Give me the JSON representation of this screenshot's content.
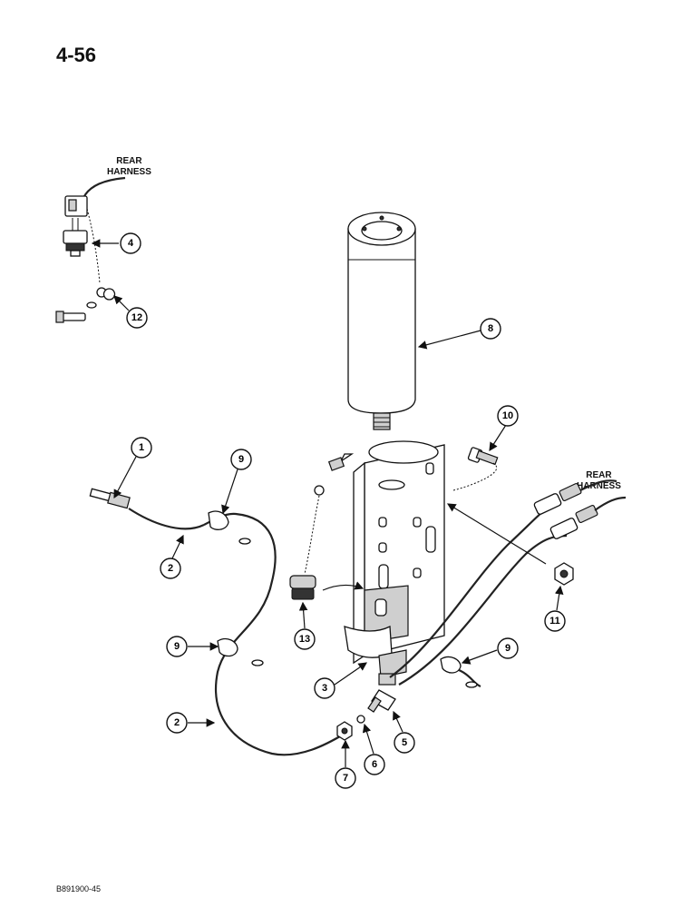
{
  "page": {
    "number": "4-56",
    "doc_code": "B891900-45"
  },
  "labels": {
    "rear_harness_top_line1": "REAR",
    "rear_harness_top_line2": "HARNESS",
    "rear_harness_right_line1": "REAR",
    "rear_harness_right_line2": "HARNESS"
  },
  "callouts": [
    {
      "id": "c1",
      "text": "1"
    },
    {
      "id": "c2a",
      "text": "2"
    },
    {
      "id": "c2b",
      "text": "2"
    },
    {
      "id": "c3",
      "text": "3"
    },
    {
      "id": "c4",
      "text": "4"
    },
    {
      "id": "c5",
      "text": "5"
    },
    {
      "id": "c6",
      "text": "6"
    },
    {
      "id": "c7",
      "text": "7"
    },
    {
      "id": "c8",
      "text": "8"
    },
    {
      "id": "c9a",
      "text": "9"
    },
    {
      "id": "c9b",
      "text": "9"
    },
    {
      "id": "c9c",
      "text": "9"
    },
    {
      "id": "c10",
      "text": "10"
    },
    {
      "id": "c11",
      "text": "11"
    },
    {
      "id": "c12",
      "text": "12"
    },
    {
      "id": "c13",
      "text": "13"
    }
  ]
}
